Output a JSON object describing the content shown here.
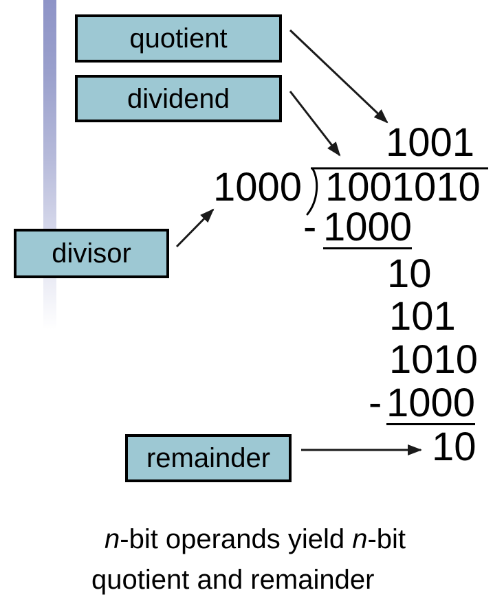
{
  "labels": {
    "quotient": "quotient",
    "dividend": "dividend",
    "divisor": "divisor",
    "remainder": "remainder"
  },
  "division": {
    "quotient": "1001",
    "divisor": "1000",
    "dividend": "1001010",
    "step1_minus": "-",
    "step1_subtrahend": "1000",
    "partial1": "10",
    "partial2": "101",
    "partial3": "1010",
    "step2_minus": "-",
    "step2_subtrahend": "1000",
    "final_remainder": "10"
  },
  "caption": {
    "line1": [
      {
        "text": "n"
      },
      {
        "text": "-bit operands yield "
      },
      {
        "text": "n"
      },
      {
        "text": "-bit"
      }
    ],
    "line2": "quotient and remainder"
  },
  "colors": {
    "box_fill": "#9dc8d3",
    "box_border": "#000000",
    "accent_bar_top": "#8e94c7",
    "arrow": "#1a1a1a",
    "text": "#000000"
  }
}
